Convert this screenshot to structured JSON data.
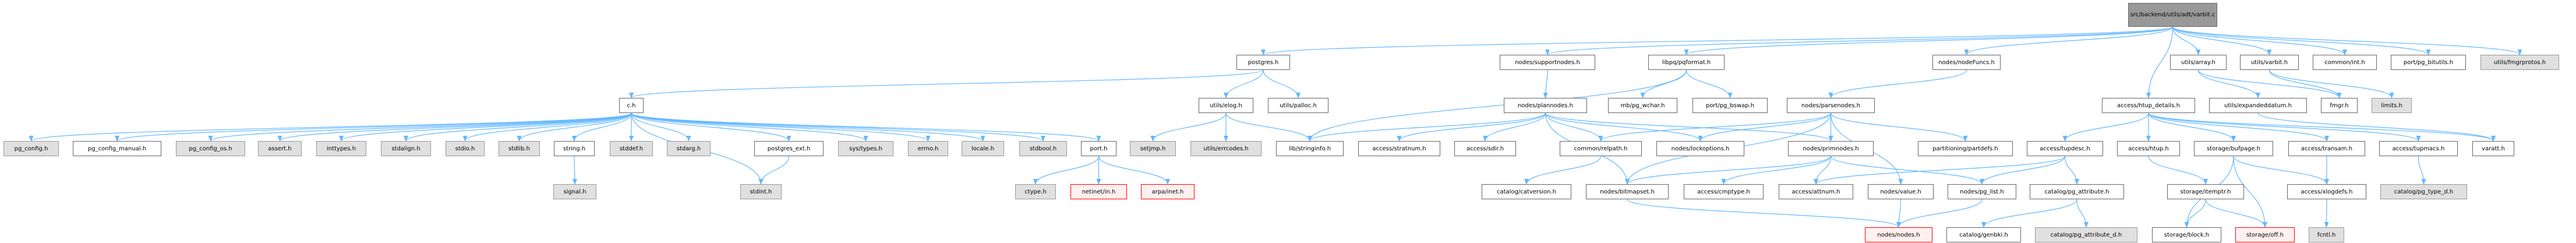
{
  "title": "src/backend/utils/adt/varbit.c",
  "colors": {
    "edge": "#63b8ff",
    "root_fill": "#999999",
    "external_fill": "#e0e0e0",
    "missing_border": "#ff0000"
  },
  "nodes": [
    {
      "label": "src/backend/utils/adt/varbit.c",
      "kind": "root"
    },
    {
      "label": "postgres.h",
      "kind": "normal"
    },
    {
      "label": "nodes/supportnodes.h",
      "kind": "normal"
    },
    {
      "label": "libpq/pqformat.h",
      "kind": "normal"
    },
    {
      "label": "nodes/nodeFuncs.h",
      "kind": "normal"
    },
    {
      "label": "utils/array.h",
      "kind": "normal"
    },
    {
      "label": "utils/varbit.h",
      "kind": "normal"
    },
    {
      "label": "common/int.h",
      "kind": "normal"
    },
    {
      "label": "port/pg_bitutils.h",
      "kind": "normal"
    },
    {
      "label": "utils/fmgrprotos.h",
      "kind": "external"
    },
    {
      "label": "c.h",
      "kind": "normal"
    },
    {
      "label": "utils/elog.h",
      "kind": "normal"
    },
    {
      "label": "utils/palloc.h",
      "kind": "normal"
    },
    {
      "label": "nodes/plannodes.h",
      "kind": "normal"
    },
    {
      "label": "mb/pg_wchar.h",
      "kind": "normal"
    },
    {
      "label": "port/pg_bswap.h",
      "kind": "normal"
    },
    {
      "label": "nodes/parsenodes.h",
      "kind": "normal"
    },
    {
      "label": "access/htup_details.h",
      "kind": "normal"
    },
    {
      "label": "utils/expandeddatum.h",
      "kind": "normal"
    },
    {
      "label": "fmgr.h",
      "kind": "normal"
    },
    {
      "label": "limits.h",
      "kind": "external"
    },
    {
      "label": "pg_config.h",
      "kind": "external"
    },
    {
      "label": "pg_config_manual.h",
      "kind": "normal"
    },
    {
      "label": "pg_config_os.h",
      "kind": "external"
    },
    {
      "label": "assert.h",
      "kind": "external"
    },
    {
      "label": "inttypes.h",
      "kind": "external"
    },
    {
      "label": "stdalign.h",
      "kind": "external"
    },
    {
      "label": "stdio.h",
      "kind": "external"
    },
    {
      "label": "stdlib.h",
      "kind": "external"
    },
    {
      "label": "string.h",
      "kind": "normal"
    },
    {
      "label": "stddef.h",
      "kind": "external"
    },
    {
      "label": "stdarg.h",
      "kind": "external"
    },
    {
      "label": "postgres_ext.h",
      "kind": "normal"
    },
    {
      "label": "sys/types.h",
      "kind": "external"
    },
    {
      "label": "errno.h",
      "kind": "external"
    },
    {
      "label": "locale.h",
      "kind": "external"
    },
    {
      "label": "stdbool.h",
      "kind": "external"
    },
    {
      "label": "port.h",
      "kind": "normal"
    },
    {
      "label": "setjmp.h",
      "kind": "external"
    },
    {
      "label": "utils/errcodes.h",
      "kind": "external"
    },
    {
      "label": "lib/stringinfo.h",
      "kind": "normal"
    },
    {
      "label": "access/stratnum.h",
      "kind": "normal"
    },
    {
      "label": "access/sdir.h",
      "kind": "normal"
    },
    {
      "label": "common/relpath.h",
      "kind": "normal"
    },
    {
      "label": "nodes/lockoptions.h",
      "kind": "normal"
    },
    {
      "label": "nodes/primnodes.h",
      "kind": "normal"
    },
    {
      "label": "partitioning/partdefs.h",
      "kind": "normal"
    },
    {
      "label": "access/tupdesc.h",
      "kind": "normal"
    },
    {
      "label": "access/htup.h",
      "kind": "normal"
    },
    {
      "label": "storage/bufpage.h",
      "kind": "normal"
    },
    {
      "label": "access/transam.h",
      "kind": "normal"
    },
    {
      "label": "access/tupmacs.h",
      "kind": "normal"
    },
    {
      "label": "varatt.h",
      "kind": "normal"
    },
    {
      "label": "signal.h",
      "kind": "external"
    },
    {
      "label": "stdint.h",
      "kind": "external"
    },
    {
      "label": "ctype.h",
      "kind": "external"
    },
    {
      "label": "netinet/in.h",
      "kind": "missing"
    },
    {
      "label": "arpa/inet.h",
      "kind": "missing"
    },
    {
      "label": "catalog/catversion.h",
      "kind": "normal"
    },
    {
      "label": "nodes/bitmapset.h",
      "kind": "normal"
    },
    {
      "label": "access/cmptype.h",
      "kind": "normal"
    },
    {
      "label": "access/attnum.h",
      "kind": "normal"
    },
    {
      "label": "nodes/value.h",
      "kind": "normal"
    },
    {
      "label": "nodes/pg_list.h",
      "kind": "normal"
    },
    {
      "label": "catalog/pg_attribute.h",
      "kind": "normal"
    },
    {
      "label": "storage/itemptr.h",
      "kind": "normal"
    },
    {
      "label": "access/xlogdefs.h",
      "kind": "normal"
    },
    {
      "label": "catalog/pg_type_d.h",
      "kind": "external"
    },
    {
      "label": "nodes/nodes.h",
      "kind": "missing"
    },
    {
      "label": "catalog/genbki.h",
      "kind": "normal"
    },
    {
      "label": "catalog/pg_attribute_d.h",
      "kind": "external"
    },
    {
      "label": "storage/block.h",
      "kind": "normal"
    },
    {
      "label": "storage/off.h",
      "kind": "missing"
    },
    {
      "label": "fcntl.h",
      "kind": "external"
    }
  ],
  "edges": [
    [
      0,
      1
    ],
    [
      0,
      2
    ],
    [
      0,
      3
    ],
    [
      0,
      4
    ],
    [
      0,
      17
    ],
    [
      0,
      5
    ],
    [
      0,
      6
    ],
    [
      0,
      7
    ],
    [
      0,
      8
    ],
    [
      0,
      9
    ],
    [
      1,
      10
    ],
    [
      1,
      11
    ],
    [
      1,
      12
    ],
    [
      10,
      21
    ],
    [
      10,
      22
    ],
    [
      10,
      23
    ],
    [
      10,
      24
    ],
    [
      10,
      25
    ],
    [
      10,
      26
    ],
    [
      10,
      27
    ],
    [
      10,
      28
    ],
    [
      10,
      29
    ],
    [
      10,
      30
    ],
    [
      10,
      31
    ],
    [
      10,
      54
    ],
    [
      10,
      32
    ],
    [
      10,
      33
    ],
    [
      10,
      34
    ],
    [
      10,
      35
    ],
    [
      10,
      36
    ],
    [
      10,
      37
    ],
    [
      29,
      53
    ],
    [
      32,
      54
    ],
    [
      37,
      55
    ],
    [
      37,
      56
    ],
    [
      37,
      57
    ],
    [
      11,
      38
    ],
    [
      11,
      39
    ],
    [
      11,
      40
    ],
    [
      2,
      13
    ],
    [
      3,
      40
    ],
    [
      3,
      14
    ],
    [
      3,
      15
    ],
    [
      13,
      40
    ],
    [
      13,
      41
    ],
    [
      13,
      42
    ],
    [
      13,
      43
    ],
    [
      13,
      44
    ],
    [
      13,
      45
    ],
    [
      13,
      59
    ],
    [
      4,
      16
    ],
    [
      16,
      43
    ],
    [
      16,
      44
    ],
    [
      16,
      59
    ],
    [
      16,
      45
    ],
    [
      16,
      62
    ],
    [
      16,
      46
    ],
    [
      43,
      58
    ],
    [
      45,
      59
    ],
    [
      45,
      60
    ],
    [
      45,
      61
    ],
    [
      45,
      63
    ],
    [
      59,
      68
    ],
    [
      62,
      68
    ],
    [
      63,
      68
    ],
    [
      17,
      47
    ],
    [
      17,
      48
    ],
    [
      17,
      49
    ],
    [
      17,
      50
    ],
    [
      17,
      51
    ],
    [
      17,
      52
    ],
    [
      5,
      18
    ],
    [
      5,
      19
    ],
    [
      6,
      19
    ],
    [
      6,
      20
    ],
    [
      18,
      52
    ],
    [
      47,
      61
    ],
    [
      47,
      63
    ],
    [
      47,
      64
    ],
    [
      48,
      65
    ],
    [
      49,
      71
    ],
    [
      49,
      72
    ],
    [
      49,
      66
    ],
    [
      50,
      66
    ],
    [
      51,
      67
    ],
    [
      64,
      69
    ],
    [
      64,
      70
    ],
    [
      65,
      71
    ],
    [
      65,
      72
    ],
    [
      66,
      73
    ]
  ]
}
